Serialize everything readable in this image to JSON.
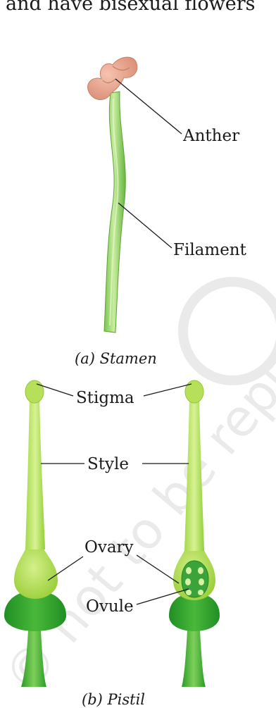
{
  "header": {
    "partial_text": "and have bisexual flowers"
  },
  "stamen": {
    "labels": {
      "anther": "Anther",
      "filament": "Filament"
    },
    "caption": "(a) Stamen"
  },
  "pistil": {
    "labels": {
      "stigma": "Stigma",
      "style": "Style",
      "ovary": "Ovary",
      "ovule": "Ovule"
    },
    "caption": "(b) Pistil"
  },
  "watermark": "© not to be republished",
  "colors": {
    "anther": "#e9a58e",
    "filament_light": "#b8e390",
    "filament_dark": "#6cbc45",
    "pistil_light": "#c6ea7e",
    "pistil_mid": "#98d33b",
    "pistil_dark": "#2e9e2a",
    "ovule": "#d7f2a5"
  }
}
